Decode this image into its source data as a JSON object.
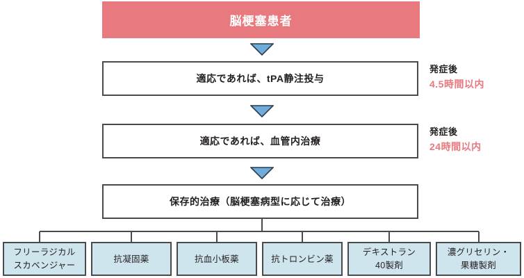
{
  "header": {
    "label": "脳梗塞患者",
    "background_color": "#e8797f",
    "text_color": "#ffffff"
  },
  "steps": [
    {
      "label": "適応であれば、tPA静注投与",
      "note_title": "発症後",
      "note_value": "4.5時間以内"
    },
    {
      "label": "適応であれば、血管内治療",
      "note_title": "発症後",
      "note_value": "24時間以内"
    },
    {
      "label": "保存的治療（脳梗塞病型に応じて治療）",
      "note_title": "",
      "note_value": ""
    }
  ],
  "treatments": [
    {
      "line1": "フリーラジカル",
      "line2": "スカベンジャー"
    },
    {
      "line1": "抗凝固薬",
      "line2": ""
    },
    {
      "line1": "抗血小板薬",
      "line2": ""
    },
    {
      "line1": "抗トロンビン薬",
      "line2": ""
    },
    {
      "line1": "デキストラン",
      "line2": "40製剤"
    },
    {
      "line1": "濃グリセリン・",
      "line2": "果糖製剤"
    }
  ],
  "colors": {
    "header_pink": "#e8797f",
    "note_accent": "#e8797f",
    "leaf_blue": "#cfe5ee",
    "arrow_blue": "#6fabdb",
    "line_gray": "#4a4a4a"
  }
}
